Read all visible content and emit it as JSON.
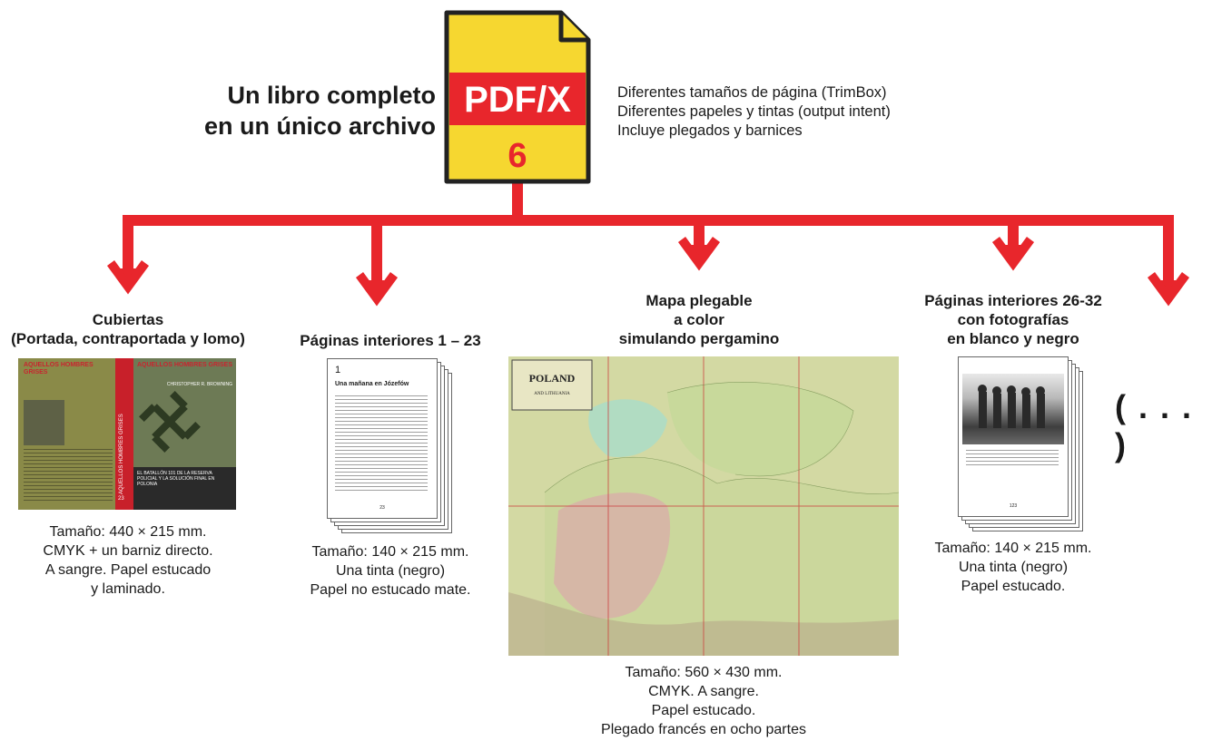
{
  "headline": {
    "line1": "Un libro completo",
    "line2": "en un único archivo"
  },
  "pdf_icon": {
    "label": "PDF/X",
    "version": "6"
  },
  "features": [
    "Diferentes tamaños de página (TrimBox)",
    "Diferentes papeles y tintas (output intent)",
    "Incluye plegados y barnices"
  ],
  "components": {
    "cover": {
      "heading": [
        "Cubiertas",
        "(Portada, contraportada y lomo)"
      ],
      "details": [
        "Tamaño: 440 × 215 mm.",
        "CMYK + un barniz directo.",
        "A sangre. Papel estucado",
        "y laminado."
      ],
      "thumb": {
        "title": "AQUELLOS HOMBRES GRISES",
        "subtitle": "EL BATALLÓN 101 DE LA RESERVA POLICIAL Y LA SOLUCIÓN FINAL EN POLONIA",
        "author": "CHRISTOPHER R. BROWNING",
        "spine_text": "AQUELLOS HOMBRES GRISES",
        "spine_number": "23"
      }
    },
    "interior_text": {
      "heading": [
        "Páginas interiores 1 – 23"
      ],
      "details": [
        "Tamaño: 140 × 215 mm.",
        "Una tinta (negro)",
        "Papel no estucado mate."
      ],
      "thumb": {
        "chapter": "1",
        "title": "Una mañana en Józefów",
        "folio": "23"
      }
    },
    "map": {
      "heading": [
        "Mapa plegable",
        "a color",
        "simulando pergamino"
      ],
      "details": [
        "Tamaño: 560 × 430 mm.",
        "CMYK. A sangre.",
        "Papel estucado.",
        "Plegado francés en ocho partes"
      ],
      "thumb": {
        "cartouche_title": "POLAND",
        "cartouche_sub": "AND LITHUANIA"
      }
    },
    "interior_photos": {
      "heading": [
        "Páginas interiores 26-32",
        "con fotografías",
        "en blanco y negro"
      ],
      "details": [
        "Tamaño: 140 × 215 mm.",
        "Una tinta (negro)",
        "Papel estucado."
      ],
      "thumb": {
        "folio": "123"
      }
    }
  },
  "ellipsis": "( . . . )",
  "colors": {
    "accent_red": "#e8262c",
    "icon_yellow": "#f6d730",
    "icon_border": "#222222"
  }
}
